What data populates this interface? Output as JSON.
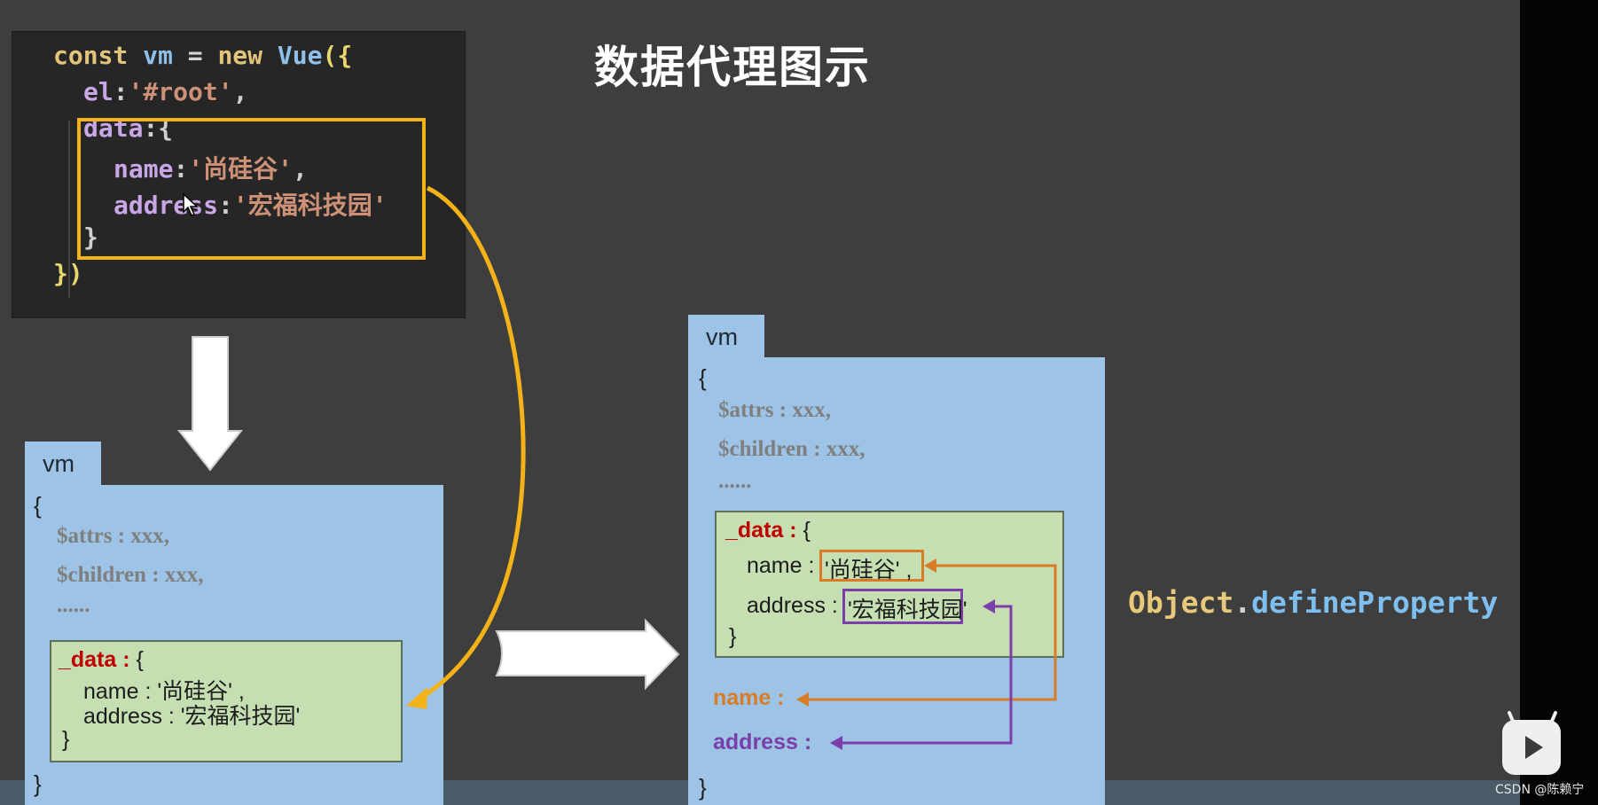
{
  "title": "数据代理图示",
  "code": {
    "line1": {
      "kw": "const",
      "var": "vm",
      "eq": "=",
      "new_kw": "new",
      "ctor": "Vue",
      "open": "({"
    },
    "line2": {
      "key": "el",
      "colon": ":",
      "value": "'#root'",
      "comma": ","
    },
    "line3": {
      "key": "data",
      "rest": ":{"
    },
    "line4": {
      "key": "name",
      "colon": ":",
      "value": "'尚硅谷'",
      "comma": ","
    },
    "line5": {
      "key": "address",
      "colon": ":",
      "value": "'宏福科技园'"
    },
    "line6": "}",
    "line7": "})"
  },
  "left_vm": {
    "tab": "vm",
    "open_brace": "{",
    "attrs": "$attrs : xxx,",
    "children": "$children : xxx,",
    "ellipsis": "......",
    "data_key": "_data : ",
    "data_open": "{",
    "name_line": "name : '尚硅谷' ,",
    "address_line": "address : '宏福科技园'",
    "data_close": "}",
    "close_brace": "}"
  },
  "right_vm": {
    "tab": "vm",
    "open_brace": "{",
    "attrs": "$attrs : xxx,",
    "children": "$children : xxx,",
    "ellipsis": "......",
    "data_key": "_data : ",
    "data_open": "{",
    "name_label": "name : ",
    "name_value": "'尚硅谷' ,",
    "address_label": "address : ",
    "address_value": "'宏福科技园'",
    "data_close": "}",
    "proxy_name": "name :",
    "proxy_address": "address :",
    "close_brace": "}"
  },
  "define_property": {
    "object": "Object",
    "dot": ".",
    "method": "defineProperty"
  },
  "watermark": "CSDN @陈赖宁",
  "colors": {
    "highlight_frame": "#f3b218",
    "orange_arrow": "#d87c28",
    "purple_arrow": "#7a3fa8",
    "panel_blue": "#9dc3e6",
    "data_green": "#c5dfb3",
    "background": "#3e3e3e"
  }
}
